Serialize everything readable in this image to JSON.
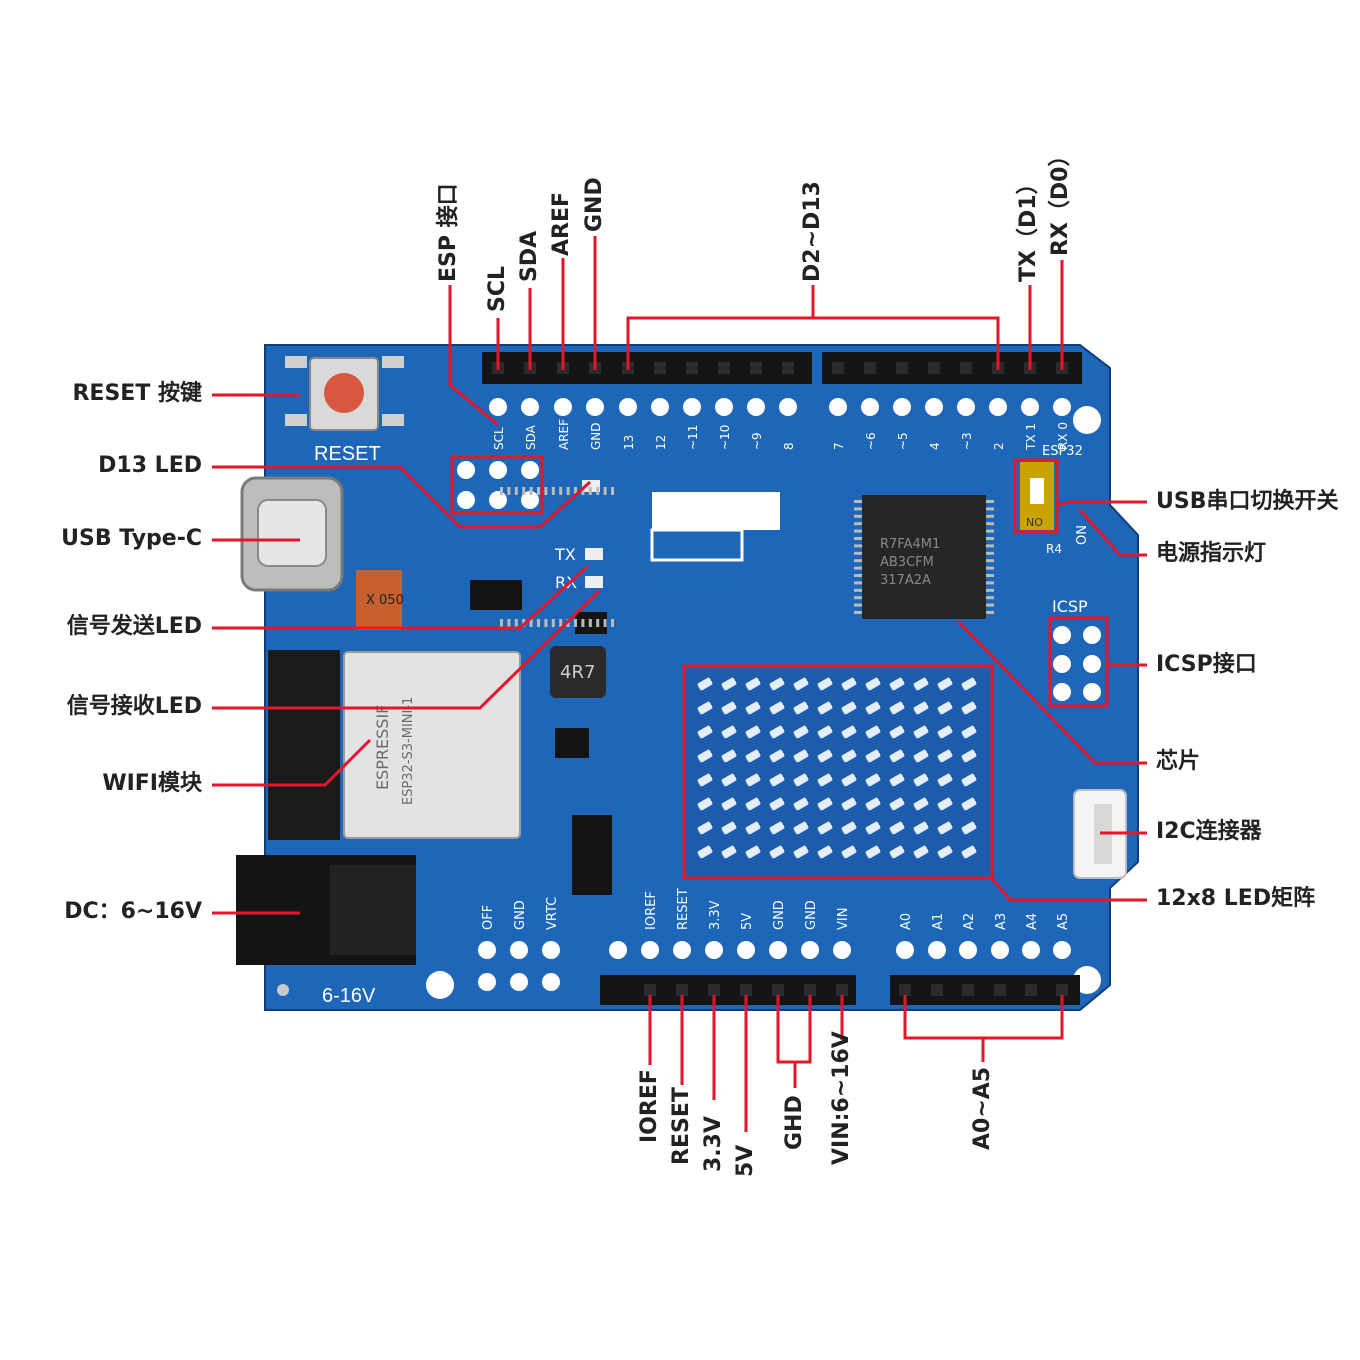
{
  "colors": {
    "pcb": "#1d66b8",
    "pcb_dark": "#174f93",
    "callout": "#e3162a",
    "header": "#151515",
    "silk": "#ffffff",
    "led_matrix": "#e8eef8"
  },
  "board": {
    "reset_silk": "RESET",
    "power_silk": "6-16V",
    "tx_silk": "TX",
    "rx_silk": "RX",
    "esp32_silk": "ESP32",
    "switch_silk": "NO",
    "r4_silk": "R4",
    "on_silk": "ON",
    "icsp_silk": "ICSP",
    "inductor_mark": "4R7",
    "module_brand": "ESPRESSIF",
    "module_model": "ESP32-S3-MINI-1",
    "fuse_mark": "X 050",
    "chip_mark": [
      "R7FA4M1",
      "AB3CFM",
      "317A2A"
    ],
    "top_pin_silk": [
      "SCL",
      "SDA",
      "AREF",
      "GND",
      "13",
      "12",
      "~11",
      "~10",
      "~9",
      "8",
      "7",
      "~6",
      "~5",
      "4",
      "~3",
      "2",
      "TX 1",
      "RX 0"
    ],
    "power_pin_silk": [
      "IOREF",
      "RESET",
      "3.3V",
      "5V",
      "GND",
      "GND",
      "VIN"
    ],
    "analog_pin_silk": [
      "A0",
      "A1",
      "A2",
      "A3",
      "A4",
      "A5"
    ],
    "misc_silk": [
      "OFF",
      "GND",
      "VRTC"
    ]
  },
  "callouts_left": [
    {
      "id": "reset-button",
      "text": "RESET 按键"
    },
    {
      "id": "d13-led",
      "text": "D13 LED"
    },
    {
      "id": "usb-type-c",
      "text": "USB Type-C"
    },
    {
      "id": "tx-led",
      "text": "信号发送LED"
    },
    {
      "id": "rx-led",
      "text": "信号接收LED"
    },
    {
      "id": "wifi-module",
      "text": "WIFI模块"
    },
    {
      "id": "dc-jack",
      "text": "DC：6~16V"
    }
  ],
  "callouts_right": [
    {
      "id": "usb-serial-switch",
      "text": "USB串口切换开关"
    },
    {
      "id": "power-led",
      "text": "电源指示灯"
    },
    {
      "id": "icsp",
      "text": "ICSP接口"
    },
    {
      "id": "chip",
      "text": "芯片"
    },
    {
      "id": "i2c-connector",
      "text": "I2C连接器"
    },
    {
      "id": "led-matrix",
      "text": "12x8 LED矩阵"
    }
  ],
  "callouts_top": [
    {
      "id": "esp-header",
      "text": "ESP 接口"
    },
    {
      "id": "scl",
      "text": "SCL"
    },
    {
      "id": "sda",
      "text": "SDA"
    },
    {
      "id": "aref",
      "text": "AREF"
    },
    {
      "id": "gnd-top",
      "text": "GND"
    },
    {
      "id": "d2-d13",
      "text": "D2~D13"
    },
    {
      "id": "tx-d1",
      "text": "TX（D1）"
    },
    {
      "id": "rx-d0",
      "text": "RX（D0）"
    }
  ],
  "callouts_bottom": [
    {
      "id": "ioref",
      "text": "IOREF"
    },
    {
      "id": "reset-pin",
      "text": "RESET"
    },
    {
      "id": "v33",
      "text": "3.3V"
    },
    {
      "id": "v5",
      "text": "5V"
    },
    {
      "id": "ghd",
      "text": "GHD"
    },
    {
      "id": "vin",
      "text": "VIN:6~16V"
    },
    {
      "id": "a0-a5",
      "text": "A0~A5"
    }
  ]
}
